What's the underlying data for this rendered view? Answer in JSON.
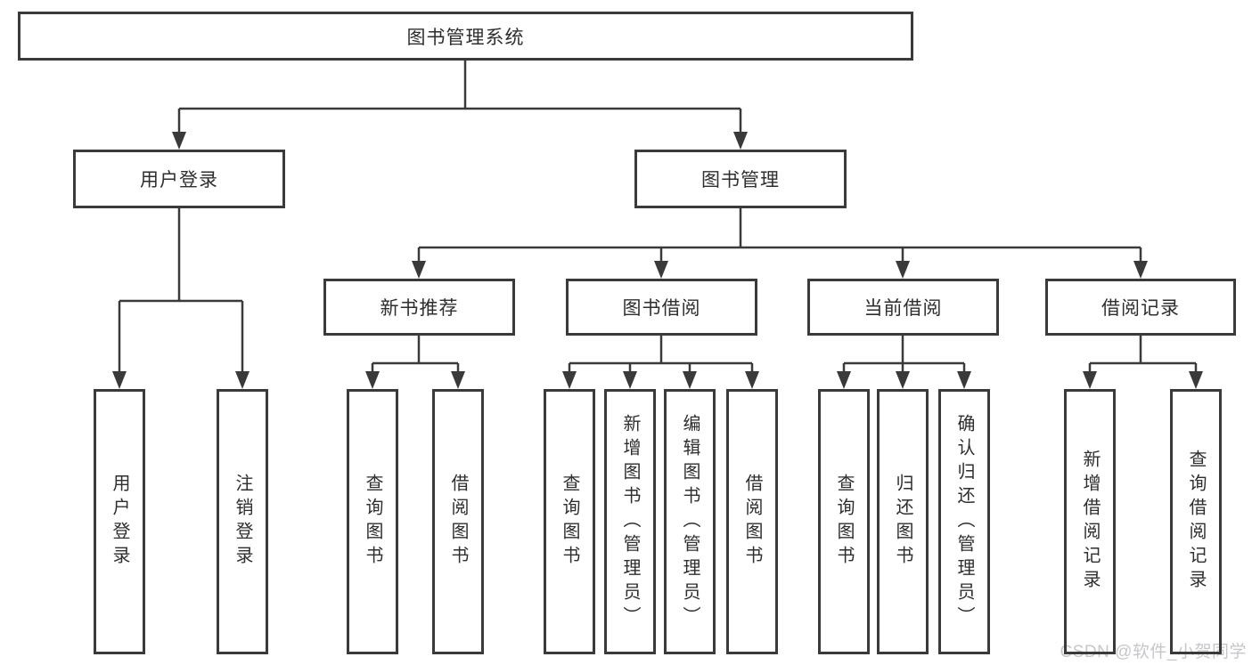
{
  "tree": {
    "root": "图书管理系统",
    "branches": [
      {
        "label": "用户登录",
        "children": [
          "用户登录",
          "注销登录"
        ]
      },
      {
        "label": "图书管理",
        "groups": [
          {
            "label": "新书推荐",
            "children": [
              "查询图书",
              "借阅图书"
            ]
          },
          {
            "label": "图书借阅",
            "children": [
              "查询图书",
              "新增图书（管理员）",
              "编辑图书（管理员）",
              "借阅图书"
            ]
          },
          {
            "label": "当前借阅",
            "children": [
              "查询图书",
              "归还图书",
              "确认归还（管理员）"
            ]
          },
          {
            "label": "借阅记录",
            "children": [
              "新增借阅记录",
              "查询借阅记录"
            ]
          }
        ]
      }
    ]
  },
  "watermark": {
    "text": "CSDN @软件_小贺同学"
  },
  "colors": {
    "line": "#3a3a3a",
    "box_border": "#3a3a3a",
    "text": "#2e2e2e",
    "background": "#ffffff",
    "watermark": "#c7c6cb"
  }
}
